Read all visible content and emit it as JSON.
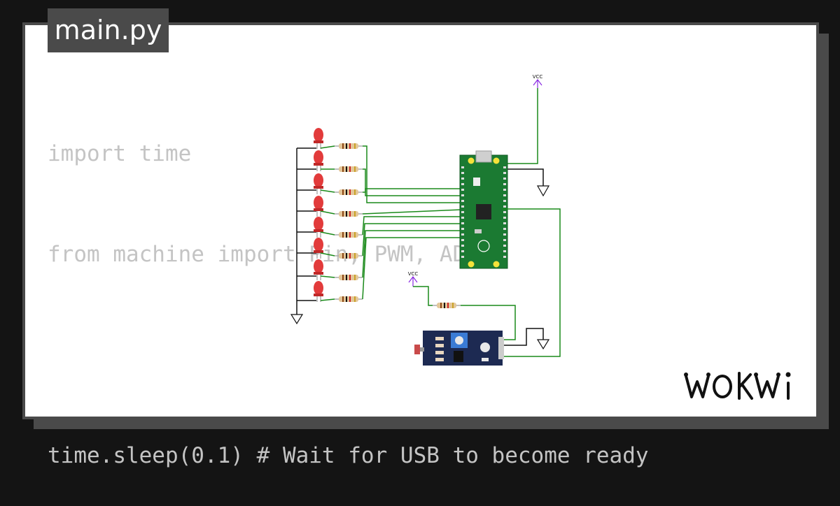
{
  "file_tab": {
    "label": "main.py"
  },
  "code": {
    "lines": [
      "import time",
      "from machine import Pin, PWM, ADC",
      "",
      "time.sleep(0.1) # Wait for USB to become ready"
    ]
  },
  "circuit": {
    "vcc_label": "VCC",
    "board": "Raspberry Pi Pico",
    "led_count": 8,
    "sensor": "LDR light sensor module",
    "wire_color": "#1a8a1a",
    "led_color": "#e23b3b"
  },
  "brand": {
    "logo_text": "WOKWi"
  },
  "colors": {
    "background": "#141414",
    "card": "#ffffff",
    "card_border": "#4a4a4a",
    "code_text": "#c4c4c4",
    "board_green": "#1b7a32",
    "sensor_blue": "#1d2a52",
    "vcc_purple": "#8a2be2"
  }
}
